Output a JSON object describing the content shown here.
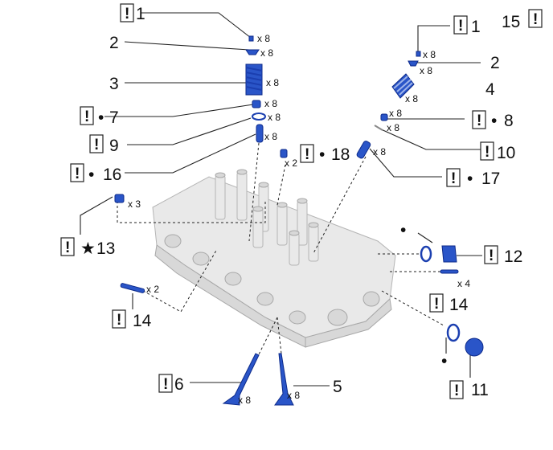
{
  "callouts": [
    {
      "id": "c1l",
      "number": "1",
      "qty": "x 8",
      "mark": "!",
      "prefix": ""
    },
    {
      "id": "c2l",
      "number": "2",
      "qty": "x 8",
      "mark": "",
      "prefix": ""
    },
    {
      "id": "c3",
      "number": "3",
      "qty": "x 8",
      "mark": "",
      "prefix": ""
    },
    {
      "id": "c7",
      "number": "7",
      "qty": "x 8",
      "mark": "!",
      "prefix": "•"
    },
    {
      "id": "c9",
      "number": "9",
      "qty": "x 8",
      "mark": "!",
      "prefix": ""
    },
    {
      "id": "c16",
      "number": "16",
      "qty": "x 8",
      "mark": "!",
      "prefix": "•"
    },
    {
      "id": "c18",
      "number": "18",
      "qty": "x 2",
      "mark": "!",
      "prefix": "•"
    },
    {
      "id": "c13",
      "number": "13",
      "qty": "x 3",
      "mark": "!",
      "prefix": "★"
    },
    {
      "id": "c14l",
      "number": "14",
      "qty": "x 2",
      "mark": "!",
      "prefix": ""
    },
    {
      "id": "c6",
      "number": "6",
      "qty": "x 8",
      "mark": "!",
      "prefix": ""
    },
    {
      "id": "c5",
      "number": "5",
      "qty": "x 8",
      "mark": "",
      "prefix": ""
    },
    {
      "id": "c15",
      "number": "15",
      "qty": "",
      "mark": "!",
      "prefix": ""
    },
    {
      "id": "c1r",
      "number": "1",
      "qty": "x 8",
      "mark": "!",
      "prefix": ""
    },
    {
      "id": "c2r",
      "number": "2",
      "qty": "x 8",
      "mark": "",
      "prefix": ""
    },
    {
      "id": "c4",
      "number": "4",
      "qty": "x 8",
      "mark": "",
      "prefix": ""
    },
    {
      "id": "c8",
      "number": "8",
      "qty": "x 8",
      "mark": "!",
      "prefix": "•"
    },
    {
      "id": "c10",
      "number": "10",
      "qty": "x 8",
      "mark": "!",
      "prefix": ""
    },
    {
      "id": "c17",
      "number": "17",
      "qty": "x 8",
      "mark": "!",
      "prefix": "•"
    },
    {
      "id": "c12",
      "number": "12",
      "qty": "",
      "mark": "!",
      "prefix": "•"
    },
    {
      "id": "c14r",
      "number": "14",
      "qty": "x 4",
      "mark": "!",
      "prefix": ""
    },
    {
      "id": "c11",
      "number": "11",
      "qty": "",
      "mark": "!",
      "prefix": "•"
    }
  ]
}
